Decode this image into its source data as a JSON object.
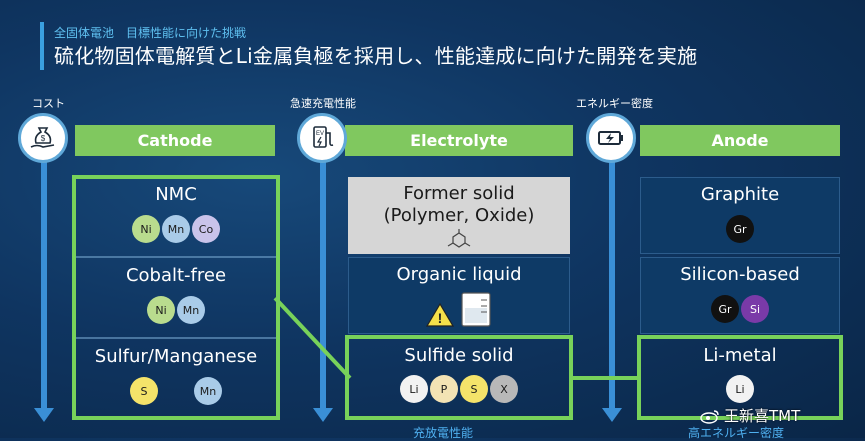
{
  "header": {
    "subtitle": "全固体電池　目標性能に向けた挑戦",
    "title": "硫化物固体電解質とLi金属負極を採用し、性能達成に向けた開発を実施"
  },
  "columns": {
    "cathode": {
      "top_label": "コスト",
      "tab": "Cathode",
      "icon": "money-bag-hand-icon",
      "rows": [
        {
          "title": "NMC",
          "elements": [
            "Ni",
            "Mn",
            "Co"
          ]
        },
        {
          "title": "Cobalt-free",
          "elements": [
            "Ni",
            "Mn"
          ]
        },
        {
          "title": "Sulfur/Manganese",
          "elements": [
            "S",
            "Mn"
          ]
        }
      ]
    },
    "electrolyte": {
      "top_label": "急速充電性能",
      "tab": "Electrolyte",
      "icon": "ev-charger-icon",
      "rows": [
        {
          "title": "Former solid",
          "title2": "(Polymer, Oxide)"
        },
        {
          "title": "Organic liquid"
        },
        {
          "title": "Sulfide solid",
          "elements": [
            "Li",
            "P",
            "S",
            "X"
          ]
        }
      ],
      "bottom_label": "充放電性能"
    },
    "anode": {
      "top_label": "エネルギー密度",
      "tab": "Anode",
      "icon": "battery-charging-icon",
      "rows": [
        {
          "title": "Graphite",
          "elements": [
            "Gr"
          ]
        },
        {
          "title": "Silicon-based",
          "elements": [
            "Gr",
            "Si"
          ]
        },
        {
          "title": "Li-metal",
          "elements": [
            "Li"
          ]
        }
      ],
      "bottom_label": "高エネルギー密度"
    }
  },
  "watermark": "王新喜TMT",
  "colors": {
    "background": "#0f3561",
    "accent_green": "#78d25a",
    "tab_green": "#80c85f",
    "arrow_blue": "#3a8fd6",
    "Ni": "#b9dc8e",
    "Mn": "#a9cbe8",
    "Co": "#c9c3ea",
    "S": "#f4e36a",
    "Li": "#f2f2f2",
    "P": "#f3e3b4",
    "X": "#b8b8b8",
    "Gr": "#111111",
    "Si": "#7a3aa8"
  }
}
